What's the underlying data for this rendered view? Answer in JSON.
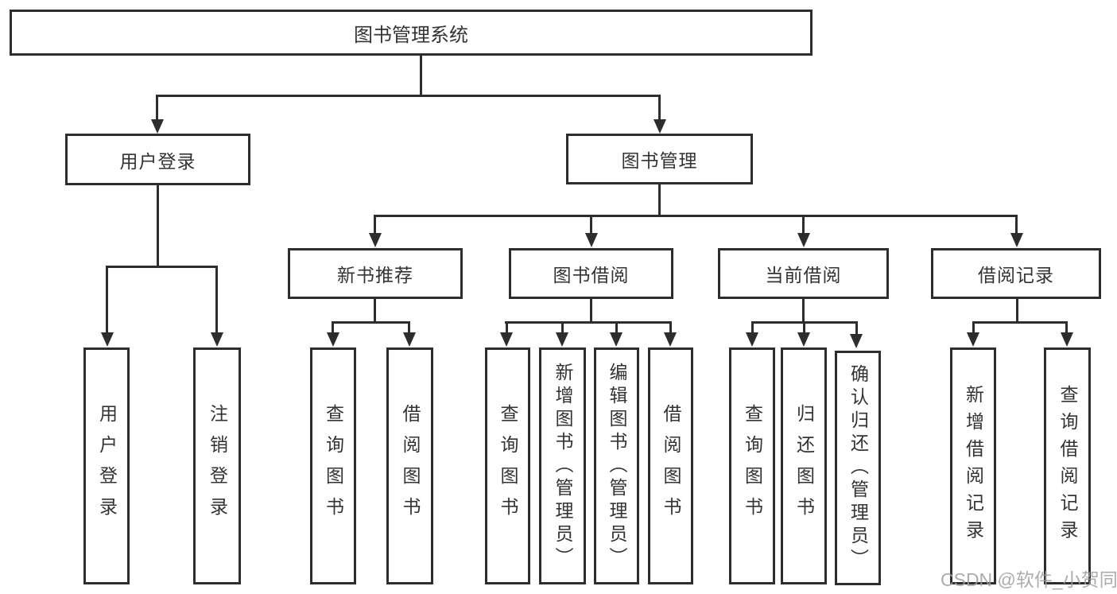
{
  "colors": {
    "line": "#2d2d2d",
    "box_border": "#2d2d2d",
    "background": "#ffffff",
    "text": "#333333",
    "watermark": "#9e9e9e"
  },
  "tree": {
    "root": {
      "label": "图书管理系统"
    },
    "branches": [
      {
        "label": "用户登录",
        "children": [
          {
            "label": "用户登录"
          },
          {
            "label": "注销登录"
          }
        ]
      },
      {
        "label": "图书管理",
        "children": [
          {
            "label": "新书推荐",
            "children": [
              {
                "label": "查询图书"
              },
              {
                "label": "借阅图书"
              }
            ]
          },
          {
            "label": "图书借阅",
            "children": [
              {
                "label": "查询图书"
              },
              {
                "label": "新增图书（管理员）"
              },
              {
                "label": "编辑图书（管理员）"
              },
              {
                "label": "借阅图书"
              }
            ]
          },
          {
            "label": "当前借阅",
            "children": [
              {
                "label": "查询图书"
              },
              {
                "label": "归还图书"
              },
              {
                "label": "确认归还（管理员）"
              }
            ]
          },
          {
            "label": "借阅记录",
            "children": [
              {
                "label": "新增借阅记录"
              },
              {
                "label": "查询借阅记录"
              }
            ]
          }
        ]
      }
    ]
  },
  "watermark": {
    "text": "CSDN @软件_小贺同学"
  }
}
